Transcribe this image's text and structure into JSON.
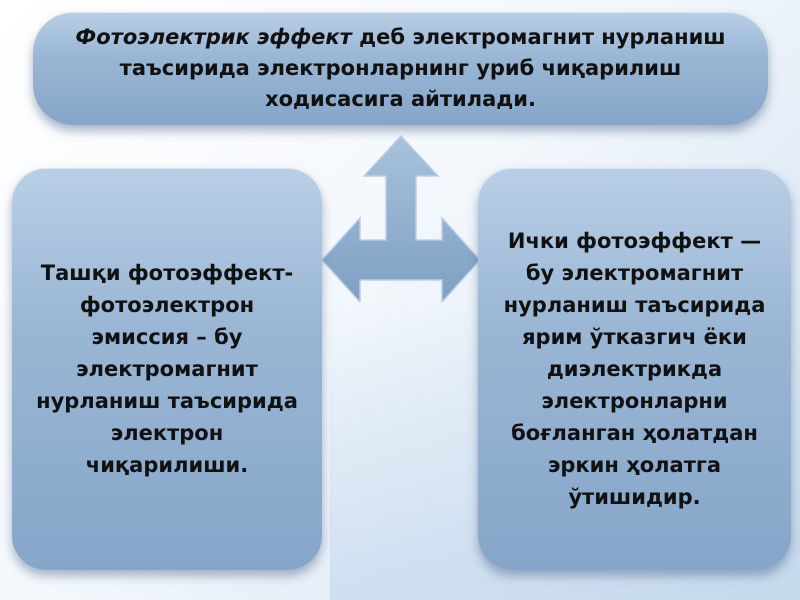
{
  "top_box": {
    "term": "Фотоэлектрик эффект",
    "definition": " деб электромагнит нурланиш таъсирида электронларнинг уриб чиқарилиш ходисасига айтилади."
  },
  "left_box": {
    "text": "Ташқи фотоэффект-фотоэлектрон эмиссия – бу электромагнит нурланиш таъсирида электрон чиқарилиши."
  },
  "right_box": {
    "text": "Ички фотоэффект — бу электромагнит нурланиш таъсирида ярим ўтказгич ёки диэлектрикда электронларни боғланган ҳолатдан эркин ҳолатга ўтишидир."
  },
  "colors": {
    "box_fill": "#9ab6d4",
    "arrow_fill": "#8aaacb"
  },
  "icons": {
    "connector": "three-way-arrow-icon"
  }
}
